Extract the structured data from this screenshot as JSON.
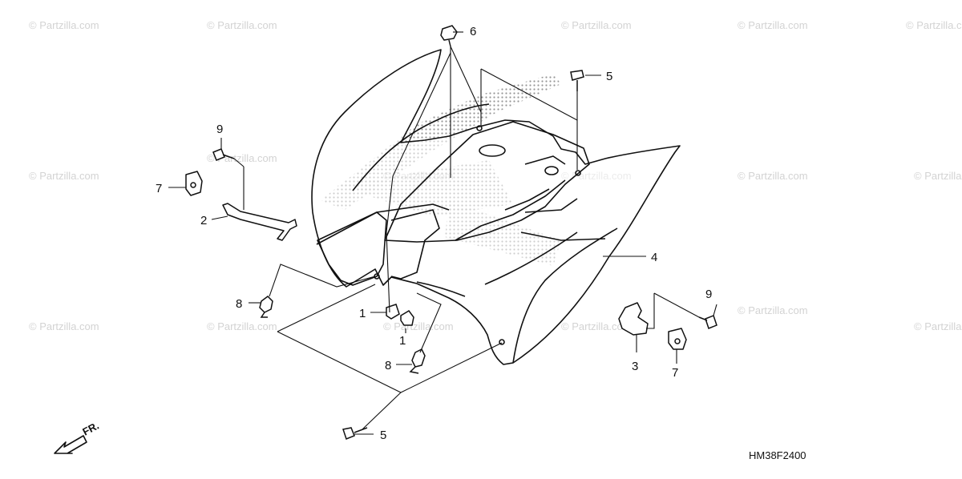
{
  "watermark_text": "© Partzilla.com",
  "diagram_code": "HM38F2400",
  "front_arrow_label": "FR.",
  "callouts": {
    "c1a": "1",
    "c1b": "1",
    "c2": "2",
    "c3": "3",
    "c4": "4",
    "c5a": "5",
    "c5b": "5",
    "c6": "6",
    "c7a": "7",
    "c7b": "7",
    "c8a": "8",
    "c8b": "8",
    "c9a": "9",
    "c9b": "9"
  },
  "colors": {
    "line": "#111111",
    "watermark": "#d3d3d3",
    "logo_dots": "#8a8a8a"
  }
}
